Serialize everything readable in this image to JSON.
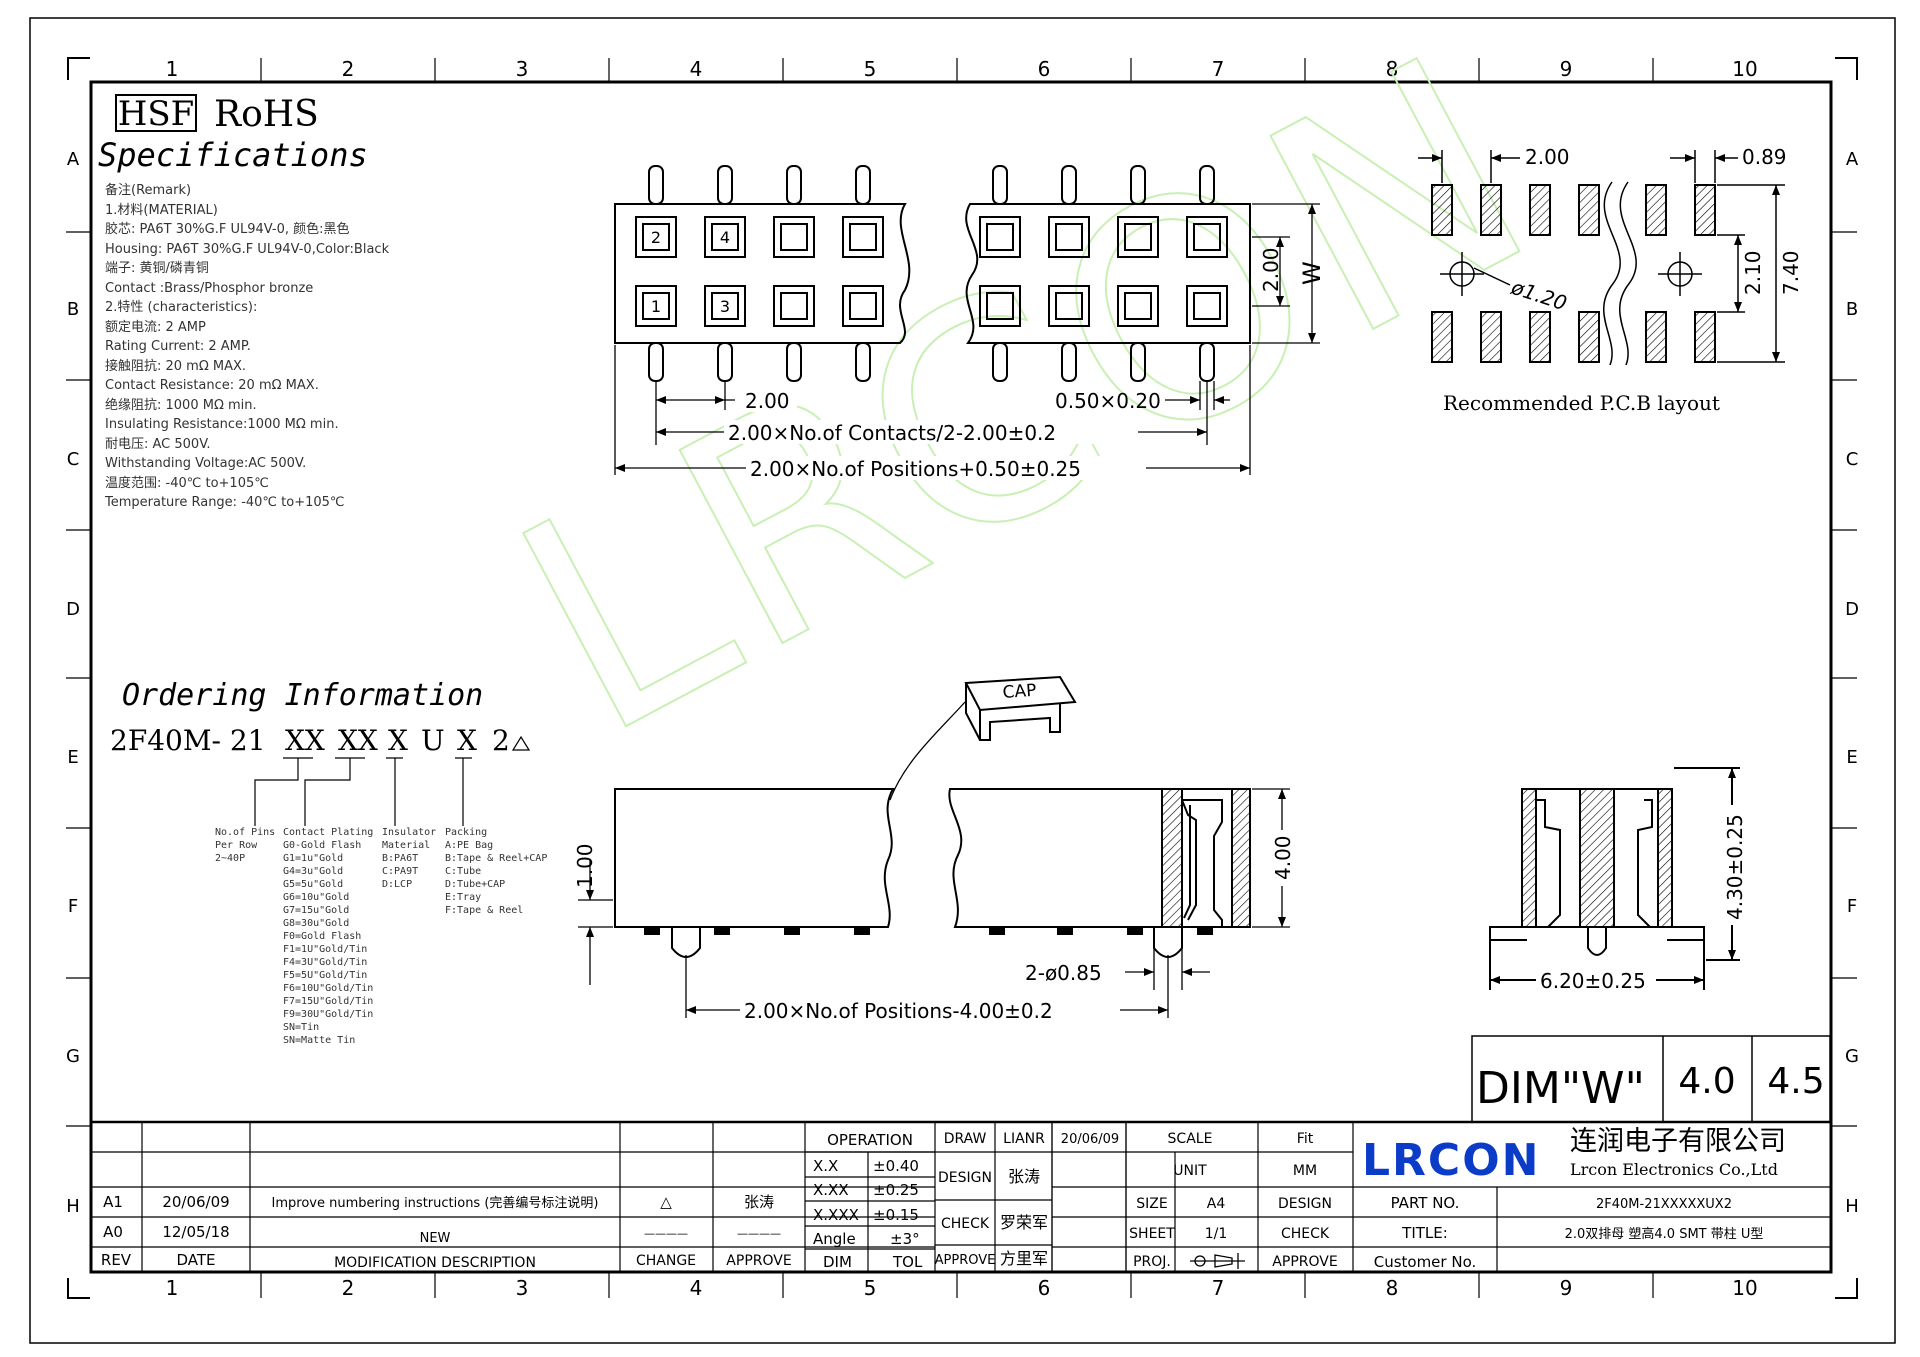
{
  "zone_columns": [
    "1",
    "2",
    "3",
    "4",
    "5",
    "6",
    "7",
    "8",
    "9",
    "10"
  ],
  "zone_rows": [
    "A",
    "B",
    "C",
    "D",
    "E",
    "F",
    "G",
    "H"
  ],
  "header": {
    "hsf": "HSF",
    "rohs": "RoHS",
    "specifications_title": "Specifications"
  },
  "spec_lines": [
    "备注(Remark)",
    "1.材料(MATERIAL)",
    "胶芯: PA6T 30%G.F UL94V-0, 颜色:黑色",
    "Housing: PA6T 30%G.F UL94V-0,Color:Black",
    "端子: 黄铜/磷青铜",
    "Contact :Brass/Phosphor bronze",
    "2.特性 (characteristics):",
    "额定电流: 2 AMP",
    "Rating Current: 2 AMP.",
    "接触阻抗: 20 mΩ MAX.",
    "Contact Resistance: 20 mΩ MAX.",
    "绝缘阻抗: 1000 MΩ min.",
    "Insulating Resistance:1000 MΩ  min.",
    "耐电压: AC 500V.",
    "Withstanding Voltage:AC 500V.",
    "温度范围: -40℃ to+105℃",
    "Temperature Range: -40℃ to+105℃"
  ],
  "top_view": {
    "pin_numbers": [
      "2",
      "4",
      "1",
      "3"
    ],
    "dim_pitch": "2.00",
    "dim_pin_size": "0.50×0.20",
    "dim_contacts": "2.00×No.of Contacts/2-2.00±0.2",
    "dim_positions": "2.00×No.of Positions+0.50±0.25",
    "dim_row_pitch": "2.00",
    "dim_w": "W"
  },
  "pcb_layout": {
    "dim_pitch": "2.00",
    "dim_pad": "0.89",
    "dim_hole": "ø1.20",
    "dim_row": "2.10",
    "dim_overall": "7.40",
    "caption": "Recommended P.C.B layout"
  },
  "watermark": "LRCON",
  "ordering": {
    "title": "Ordering Information",
    "code_prefix": "2F40M- 21",
    "code_segments": [
      "XX",
      "XX",
      "X",
      "U",
      "X",
      "2"
    ],
    "col_pins": [
      "No.of Pins",
      "Per Row",
      "2~40P"
    ],
    "col_plating": [
      "Contact Plating",
      "G0-Gold Flash",
      "G1=1u\"Gold",
      "G4=3u\"Gold",
      "G5=5u\"Gold",
      "G6=10u\"Gold",
      "G7=15u\"Gold",
      "G8=30u\"Gold",
      "F0=Gold Flash",
      "F1=1U\"Gold/Tin",
      "F4=3U\"Gold/Tin",
      "F5=5U\"Gold/Tin",
      "F6=10U\"Gold/Tin",
      "F7=15U\"Gold/Tin",
      "F9=30U\"Gold/Tin",
      "SN=Tin",
      "SN=Matte Tin"
    ],
    "col_insulator": [
      "Insulator",
      "Material",
      "B:PA6T",
      "C:PA9T",
      "D:LCP"
    ],
    "col_packing": [
      "Packing",
      "A:PE Bag",
      "B:Tape & Reel+CAP",
      "C:Tube",
      "D:Tube+CAP",
      "E:Tray",
      "F:Tape & Reel"
    ]
  },
  "side_view": {
    "cap_label": "CAP",
    "dim_height": "1.00",
    "dim_body": "4.00",
    "dim_post": "2-ø0.85",
    "dim_positions": "2.00×No.of Positions-4.00±0.2"
  },
  "end_view": {
    "dim_height": "4.30±0.25",
    "dim_width": "6.20±0.25"
  },
  "dim_table": {
    "label": "DIM\"W\"",
    "values": [
      "4.0",
      "4.5"
    ]
  },
  "title_block": {
    "revisions": [
      {
        "rev": "A1",
        "date": "20/06/09",
        "description": "Improve numbering instructions (完善编号标注说明)",
        "change": "△",
        "approve": "张涛"
      },
      {
        "rev": "A0",
        "date": "12/05/18",
        "description": "NEW",
        "change": "————",
        "approve": "————"
      }
    ],
    "rev_headers": {
      "rev": "REV",
      "date": "DATE",
      "description": "MODIFICATION DESCRIPTION",
      "change": "CHANGE",
      "approve": "APPROVE"
    },
    "operation": {
      "header": "OPERATION",
      "rows": [
        [
          "X.X",
          "±0.40"
        ],
        [
          "X.XX",
          "±0.25"
        ],
        [
          "X.XXX",
          "±0.15"
        ],
        [
          "Angle",
          "±3°"
        ]
      ],
      "footer": [
        "DIM",
        "TOL"
      ]
    },
    "people": {
      "draw_label": "DRAW",
      "draw_name": "LIANR",
      "draw_date": "20/06/09",
      "design_label": "DESIGN",
      "design_name": "张涛",
      "check_label": "CHECK",
      "check_name": "罗荣军",
      "approve_label": "APPROVE",
      "approve_name": "方里军"
    },
    "scale": {
      "label": "SCALE",
      "value": "Fit"
    },
    "unit": {
      "label": "UNIT",
      "value": "MM"
    },
    "size": {
      "label": "SIZE",
      "value": "A4"
    },
    "sheet": {
      "label": "SHEET",
      "value": "1/1"
    },
    "proj": {
      "label": "PROJ."
    },
    "design2": "DESIGN",
    "check2": "CHECK",
    "approve2": "APPROVE",
    "company": {
      "logo": "LRCON",
      "name_cn": "连润电子有限公司",
      "name_en": "Lrcon Electronics Co.,Ltd"
    },
    "part_no_label": "PART NO.",
    "part_no": "2F40M-21XXXXXUX2",
    "title_label": "TITLE:",
    "title": "2.0双排母 塑高4.0 SMT 带柱 U型",
    "customer_label": "Customer No."
  },
  "colors": {
    "line": "#000000",
    "watermark": "#c8f0b4",
    "logo": "#0a3cc8"
  }
}
